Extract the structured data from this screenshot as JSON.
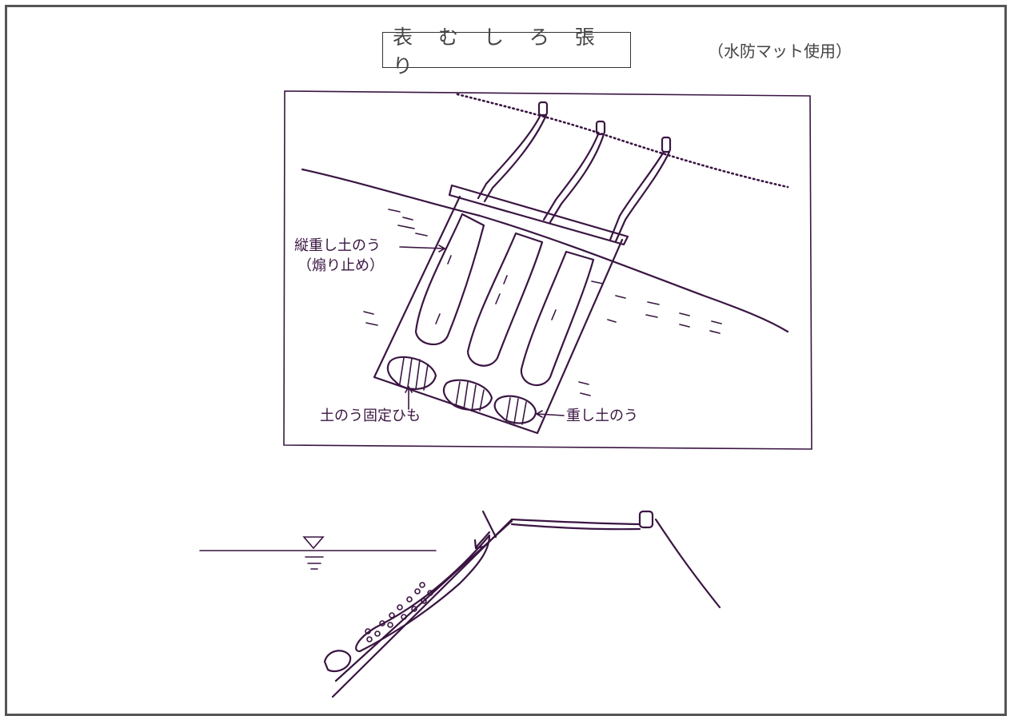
{
  "title": "表 む し ろ 張 り",
  "subtitle": "（水防マット使用）",
  "labels": {
    "vertical_sandbag": "縦重し土のう",
    "vertical_sandbag_note": "（煽り止め）",
    "fixing_rope": "土のう固定ひも",
    "weight_sandbag": "重し土のう"
  },
  "colors": {
    "ink": "#3a1542",
    "frame": "#555555"
  }
}
